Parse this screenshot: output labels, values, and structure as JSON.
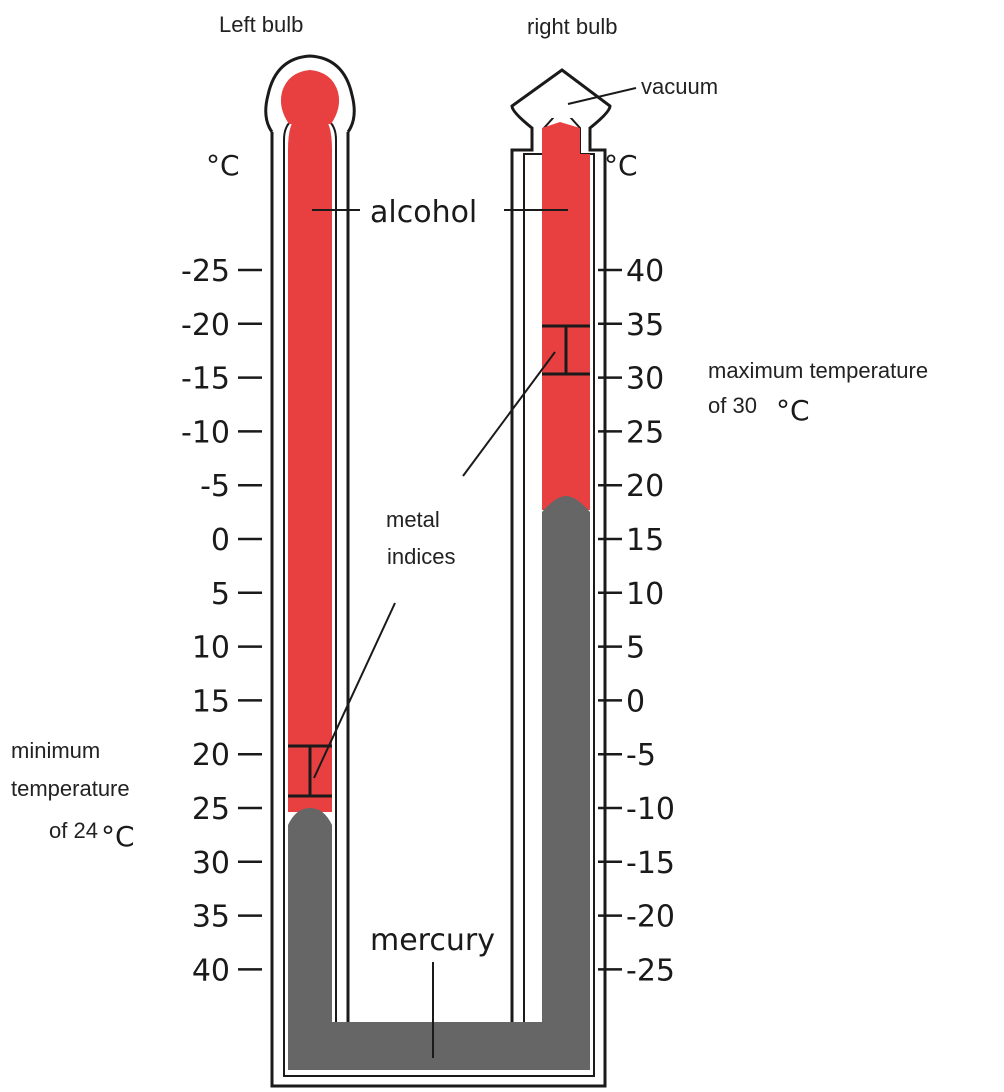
{
  "labels": {
    "left_bulb": "Left bulb",
    "right_bulb": "right bulb",
    "vacuum": "vacuum",
    "alcohol": "alcohol",
    "metal_indices_line1": "metal",
    "metal_indices_line2": "indices",
    "mercury": "mercury",
    "max_line1": "maximum temperature",
    "max_line2": "of  30",
    "max_degC": "°C",
    "min_line1": "minimum",
    "min_line2": "temperature",
    "min_line3": "of 24",
    "min_degC": "°C",
    "left_unit": "°C",
    "right_unit": "°C"
  },
  "scales": {
    "left": [
      "-25",
      "-20",
      "-15",
      "-10",
      "-5",
      "0",
      "5",
      "10",
      "15",
      "20",
      "25",
      "30",
      "35",
      "40"
    ],
    "right": [
      "40",
      "35",
      "30",
      "25",
      "20",
      "15",
      "10",
      "5",
      "0",
      "-5",
      "-10",
      "-15",
      "-20",
      "-25"
    ]
  },
  "readings": {
    "min_temperature_c": 24,
    "max_temperature_c": 30
  },
  "colors": {
    "alcohol": "#e84040",
    "mercury": "#666666",
    "glass_outline": "#1a1a1a",
    "text": "#1a1a1a"
  }
}
